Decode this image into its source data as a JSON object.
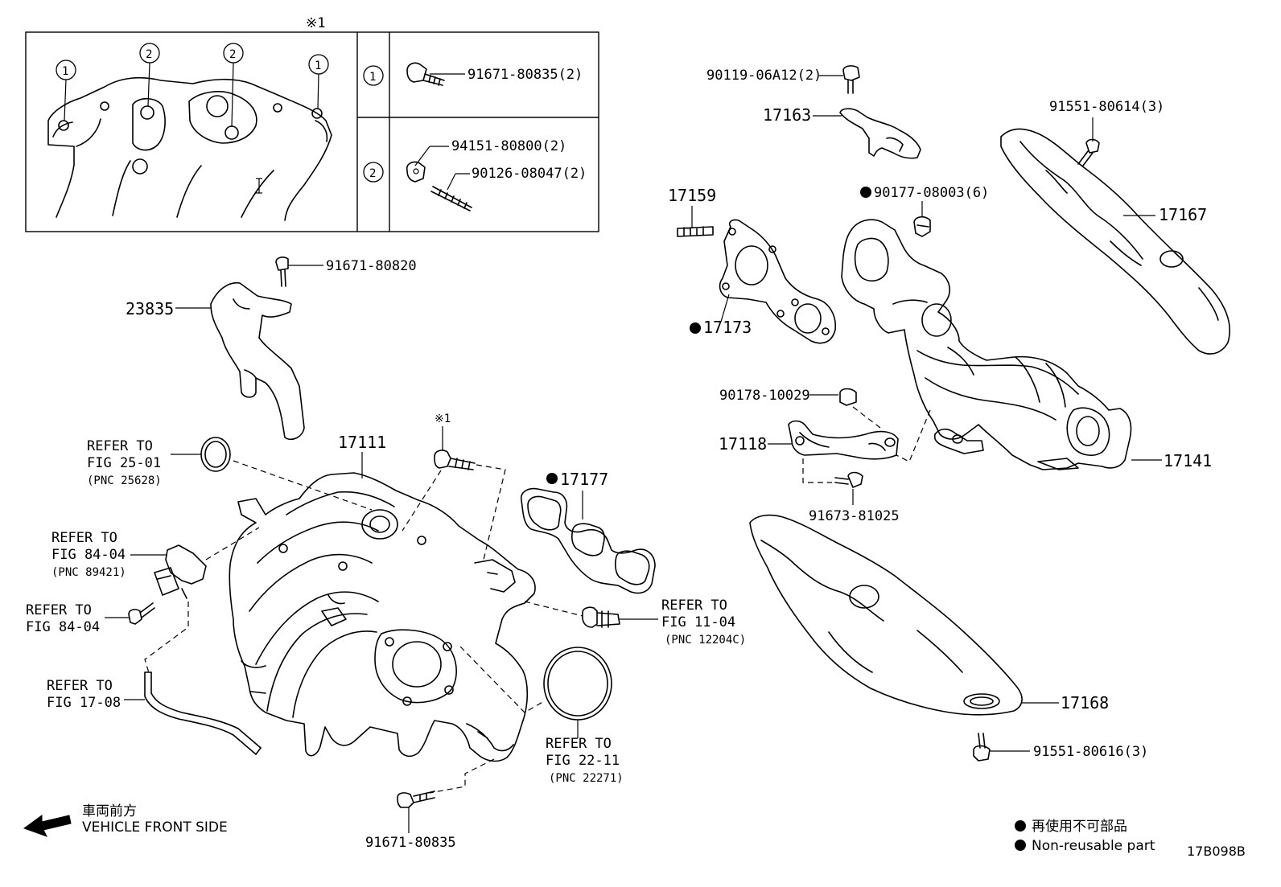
{
  "inset": {
    "marker": "※1",
    "callout_1": "1",
    "callout_2": "2",
    "row1_part": "91671-80835(2)",
    "row2_part_a": "94151-80800(2)",
    "row2_part_b": "90126-08047(2)",
    "inner_mark": "I"
  },
  "labels": {
    "p91671_80820": "91671-80820",
    "p23835": "23835",
    "p17111": "17111",
    "stud_marker": "※1",
    "p17177": "17177",
    "p91671_80835": "91671-80835",
    "p90119": "90119-06A12(2)",
    "p17163": "17163",
    "p91551_80614": "91551-80614(3)",
    "p17159": "17159",
    "p90177": "90177-08003(6)",
    "p17167": "17167",
    "p17173": "17173",
    "p90178": "90178-10029",
    "p17118": "17118",
    "p17141": "17141",
    "p91673": "91673-81025",
    "p17168": "17168",
    "p91551_80616": "91551-80616(3)"
  },
  "refs": {
    "r1_l1": "REFER TO",
    "r1_l2": "FIG 25-01",
    "r1_l3": "(PNC 25628)",
    "r2_l1": "REFER TO",
    "r2_l2": "FIG 84-04",
    "r2_l3": "(PNC 89421)",
    "r3_l1": "REFER TO",
    "r3_l2": "FIG 84-04",
    "r4_l1": "REFER TO",
    "r4_l2": "FIG 17-08",
    "r5_l1": "REFER TO",
    "r5_l2": "FIG 11-04",
    "r5_l3": "(PNC 12204C)",
    "r6_l1": "REFER TO",
    "r6_l2": "FIG 22-11",
    "r6_l3": "(PNC 22271)"
  },
  "direction": {
    "jp": "車両前方",
    "en": "VEHICLE FRONT SIDE"
  },
  "legend": {
    "jp": "再使用不可部品",
    "en": "Non-reusable part"
  },
  "figure_id": "17B098B"
}
